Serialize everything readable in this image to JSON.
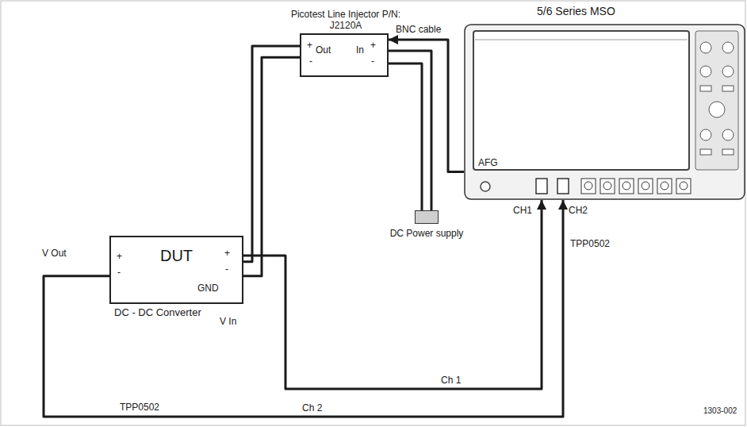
{
  "diagram": {
    "nodes": [
      {
        "text": [
          "Picotest Line Injector P/N: J2120A"
        ]
      },
      {
        "text": [
          "5/6 Series MSO"
        ]
      },
      {
        "text": [
          "DC Power supply"
        ]
      },
      {
        "text": [
          "DUT",
          "DC - DC Converter"
        ]
      }
    ],
    "edges": [
      {
        "from": 0,
        "to": 3,
        "arrow": "none"
      },
      {
        "from": 0,
        "to": 3,
        "arrow": "none"
      },
      {
        "from": 2,
        "to": 0,
        "arrow": "none"
      },
      {
        "from": 2,
        "to": 0,
        "arrow": "none"
      },
      {
        "from": 1,
        "to": 0,
        "label": "BNC cable",
        "arrow": "to"
      },
      {
        "from": 3,
        "to": 1,
        "label": "Ch 1",
        "arrow": "to"
      },
      {
        "from": 3,
        "to": 1,
        "label": "Ch 2",
        "arrow": "to"
      }
    ],
    "labels": [
      "+",
      "Out",
      "-",
      "In",
      "+",
      "-",
      "AFG",
      "CH1",
      "CH2",
      "TPP0502",
      "V Out",
      "+",
      "-",
      "+",
      "-",
      "GND",
      "V In",
      "TPP0502",
      "1303-002"
    ]
  }
}
